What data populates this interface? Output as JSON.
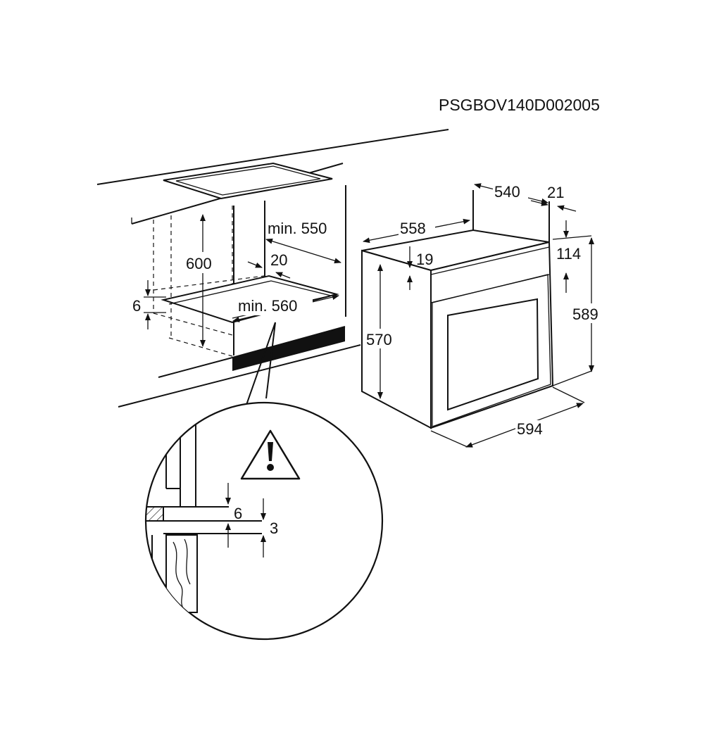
{
  "diagram": {
    "code": "PSGBOV140D002005",
    "dimensions": {
      "cabinet_depth": "min. 550",
      "cabinet_width": "min. 560",
      "cabinet_height": "600",
      "ventilation_gap": "20",
      "shelf_offset": "6",
      "oven_depth_total": "558",
      "oven_depth_body": "540",
      "oven_front_thickness": "21",
      "oven_panel_offset": "19",
      "oven_control_panel": "114",
      "oven_height_front": "589",
      "oven_height_body": "570",
      "oven_width": "594",
      "detail_gap_6": "6",
      "detail_gap_3": "3"
    },
    "icons": {
      "warning": "warning-triangle-icon"
    }
  }
}
